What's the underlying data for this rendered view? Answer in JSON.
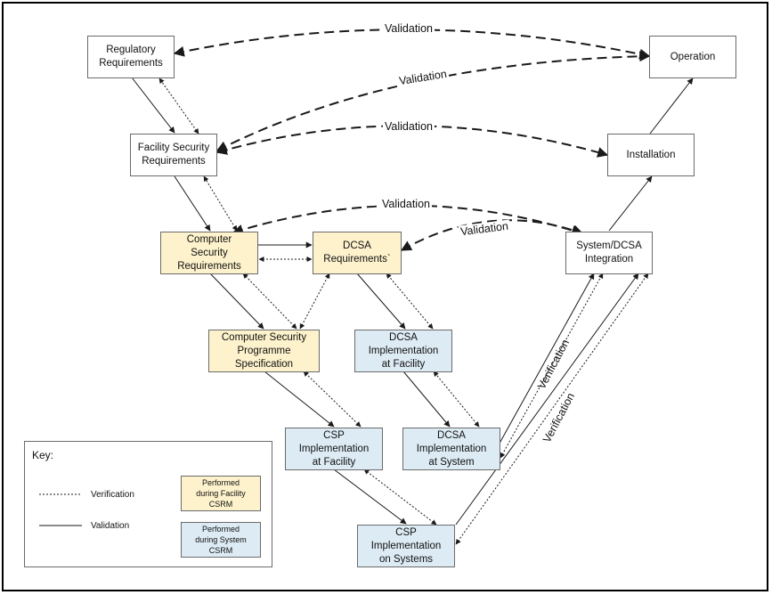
{
  "boxes": {
    "regulatory": "Regulatory\nRequirements",
    "operation": "Operation",
    "facility_security": "Facility Security\nRequirements",
    "installation": "Installation",
    "computer_security_req": "Computer\nSecurity\nRequirements",
    "dcsa_req": "DCSA\nRequirements`",
    "system_dcsa_integration": "System/DCSA\nIntegration",
    "csp_spec": "Computer Security\nProgramme\nSpecification",
    "dcsa_impl_facility": "DCSA\nImplementation\nat Facility",
    "csp_impl_facility": "CSP\nImplementation\nat Facility",
    "dcsa_impl_system": "DCSA\nImplementation\nat System",
    "csp_impl_systems": "CSP\nImplementation\non Systems"
  },
  "edge_labels": {
    "validation_1": "Validation",
    "validation_2": "Validation",
    "validation_3": "Validation",
    "validation_4": "Validation",
    "validation_5": "Validation",
    "verification_1": "Verification",
    "verification_2": "Verification"
  },
  "key": {
    "title": "Key:",
    "verification_label": "Verification",
    "validation_label": "Validation",
    "facility_box": "Performed\nduring Facility\nCSRM",
    "system_box": "Performed\nduring System\nCSRM"
  },
  "colors": {
    "facility_fill": "#fdf2cc",
    "system_fill": "#ddebf4",
    "line": "#1a1a1a"
  }
}
